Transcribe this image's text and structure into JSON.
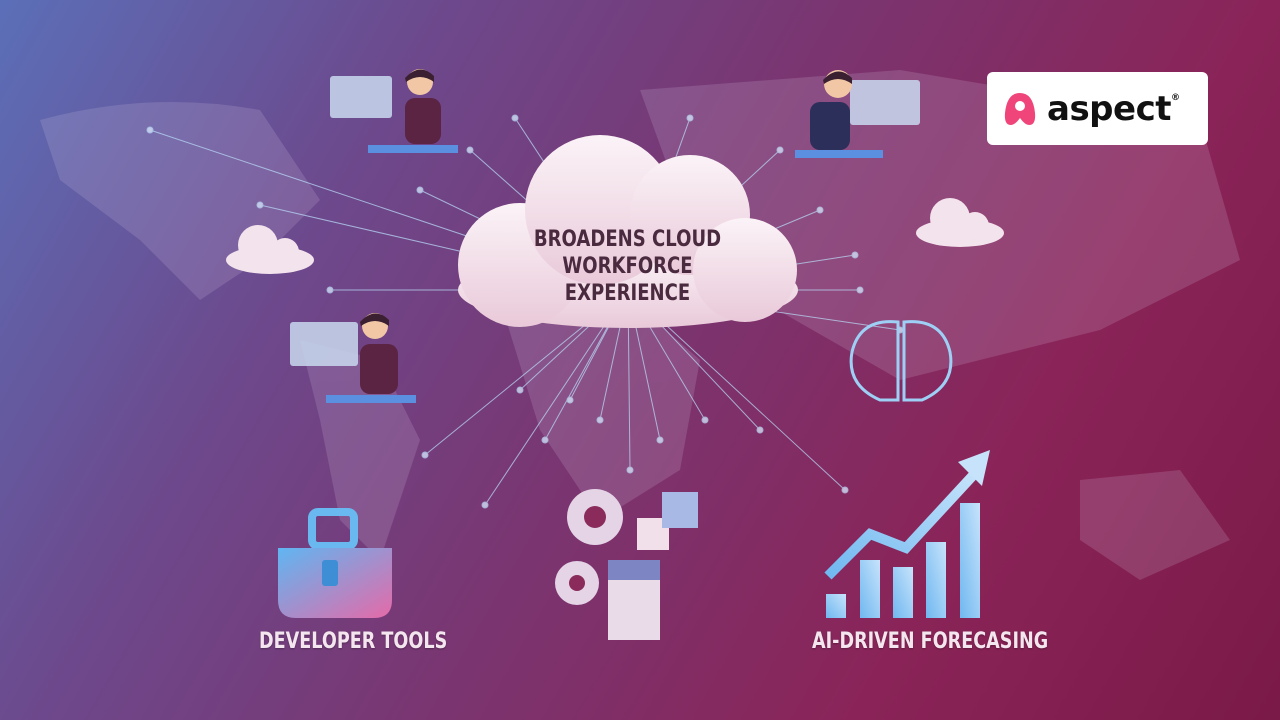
{
  "brand": {
    "name": "aspect",
    "registered_mark": "®",
    "accent": "#f0457a"
  },
  "cloud": {
    "lines": [
      "BROADENS CLOUD",
      "WORKFORCE",
      "EXPERIENCE"
    ]
  },
  "labels": {
    "developer_tools": "DEVELOPER TOOLS",
    "ai_forecasting": "AI-DRIVEN FORECASING"
  }
}
